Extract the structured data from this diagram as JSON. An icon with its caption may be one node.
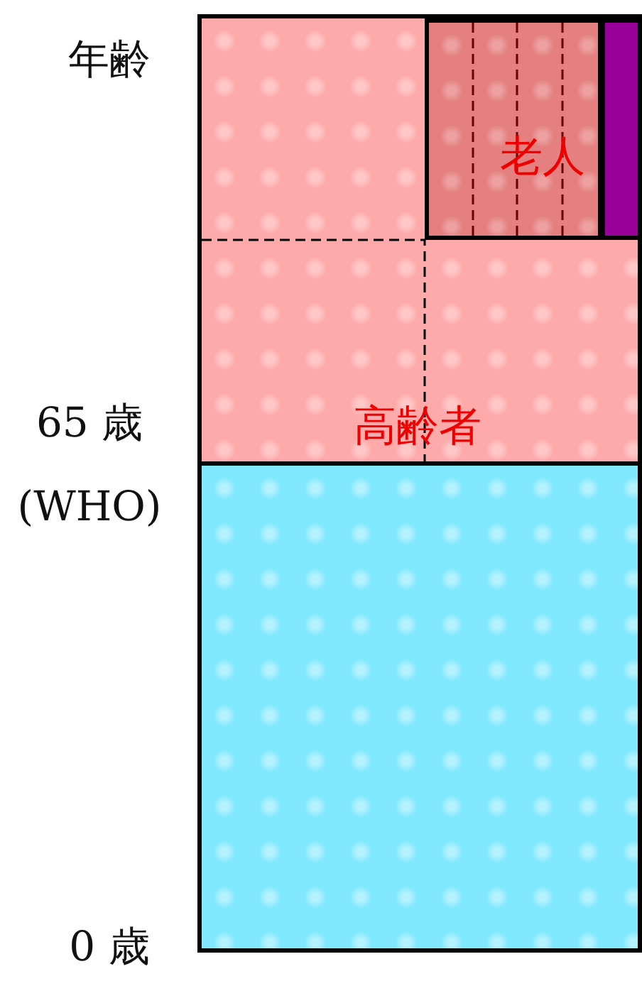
{
  "diagram": {
    "nodes": [
      {
        "text": [
          "高齢者"
        ]
      },
      {
        "text": [
          "老人"
        ],
        "in": 0
      },
      {
        "text": [],
        "shape": "bar",
        "in": 0
      },
      {
        "text": [],
        "shape": "box"
      }
    ],
    "labels": [
      "年齢",
      "65 歳",
      "(WHO)",
      "0 歳"
    ]
  }
}
